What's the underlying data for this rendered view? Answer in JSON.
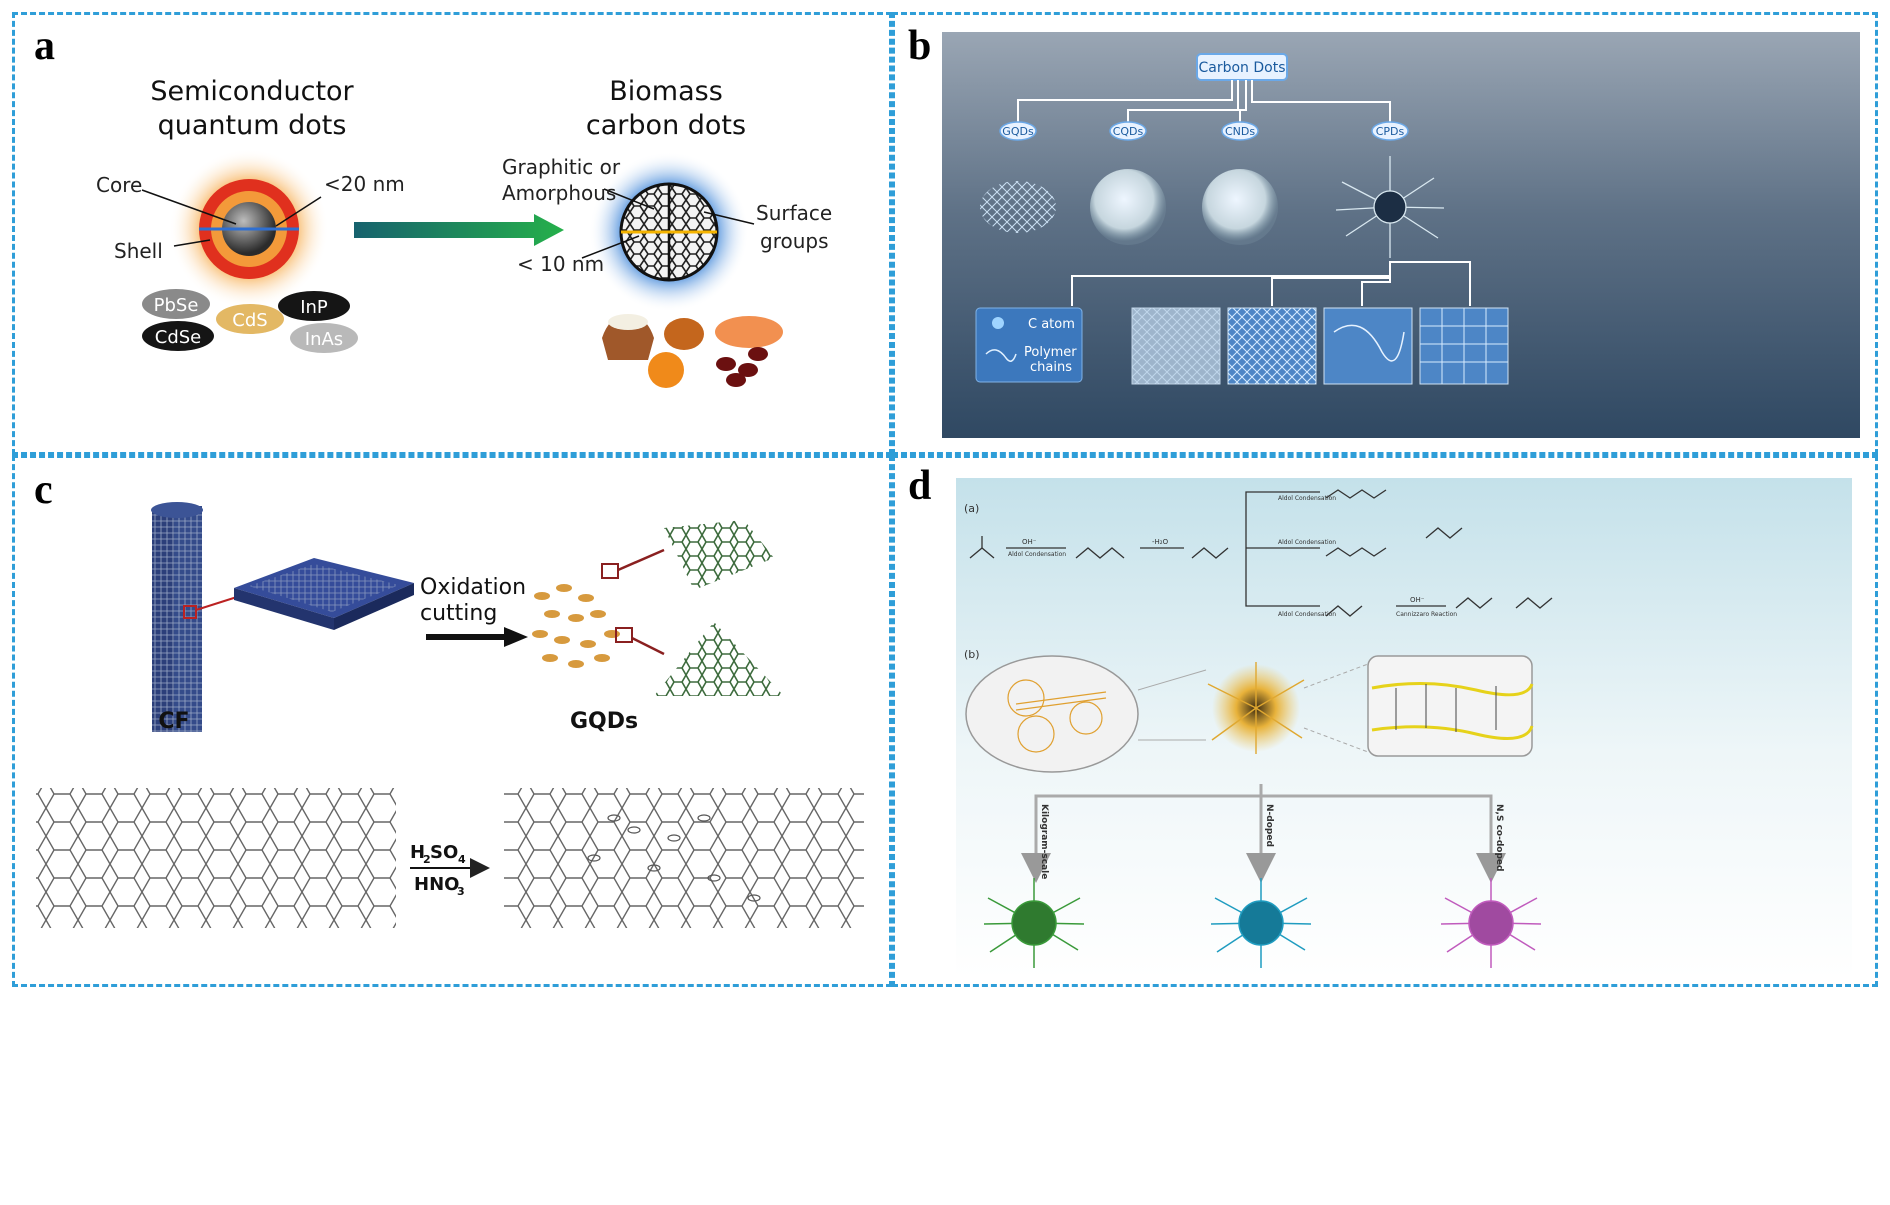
{
  "panels": {
    "a": {
      "label": "a",
      "left_title": [
        "Semiconductor",
        "quantum dots"
      ],
      "right_title": [
        "Biomass",
        "carbon dots"
      ],
      "core": "Core",
      "shell": "Shell",
      "size_qd": "<20 nm",
      "graphitic": [
        "Graphitic or",
        "Amorphous"
      ],
      "surface": [
        "Surface",
        "groups"
      ],
      "size_cd": "< 10 nm",
      "materials": [
        "PbSe",
        "CdS",
        "InP",
        "CdSe",
        "InAs"
      ]
    },
    "b": {
      "label": "b",
      "root": "Carbon Dots",
      "types": [
        "GQDs",
        "CQDs",
        "CNDs",
        "CPDs"
      ],
      "legend_atom": "C atom",
      "legend_polymer": [
        "Polymer",
        "chains"
      ]
    },
    "c": {
      "label": "c",
      "cf": "CF",
      "gqds": "GQDs",
      "process": [
        "Oxidation",
        "cutting"
      ],
      "reagent_top": "H2SO4",
      "reagent_bottom": "HNO3",
      "acid1": "H",
      "acid1_sub": "2",
      "acid1_rest": "SO",
      "acid1_sub2": "4",
      "acid2": "HNO",
      "acid2_sub": "3"
    },
    "d": {
      "label": "d",
      "sub_a": "(a)",
      "sub_b": "(b)",
      "oh_minus": "OH⁻",
      "aldol": "Aldol Condensation",
      "h2o": "-H₂O",
      "cannizzaro": "Cannizzaro Reaction",
      "branches": [
        "Kilogram-scale",
        "N-doped",
        "N,S co-doped"
      ]
    }
  },
  "colors": {
    "dash": "#2f9ed8",
    "shell_red": "#e0301e",
    "halo_orange": "#f7c27a",
    "halo_blue": "#1b6fd1",
    "arrow_green": "#22a84a",
    "arrow_teal": "#17626e",
    "panel_b_bg": "#5f7286",
    "graphene": "#3d6b3d",
    "dot_gold": "#e8b23a",
    "dot_green": "#3a9a3a",
    "dot_cyan": "#1f9cc0",
    "dot_pink": "#c05bbd"
  }
}
